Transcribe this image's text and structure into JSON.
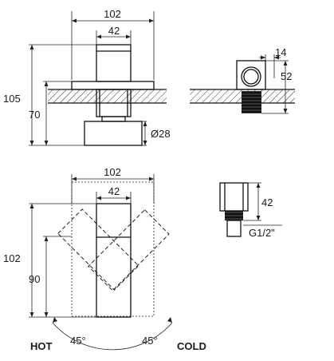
{
  "side_view": {
    "dim_width": "102",
    "dim_handle": "42",
    "dim_total_height": "105",
    "dim_lower_height": "70",
    "dim_diameter": "Ø28"
  },
  "wall_detail": {
    "dim_offset": "14",
    "dim_height": "52"
  },
  "top_view": {
    "dim_width": "102",
    "dim_handle": "42",
    "dim_total_height": "102",
    "dim_inner_height": "90",
    "angle_left": "45°",
    "angle_right": "45°",
    "label_hot": "HOT",
    "label_cold": "COLD"
  },
  "connector": {
    "dim_height": "42",
    "thread": "G1/2\""
  }
}
